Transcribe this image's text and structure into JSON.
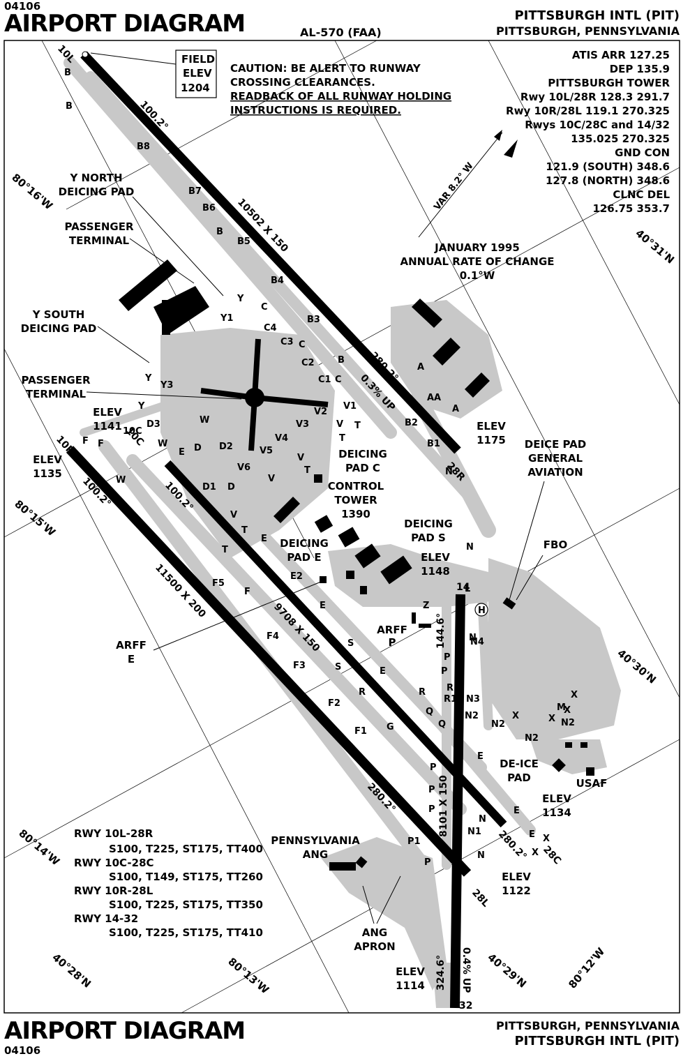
{
  "header": {
    "id_top": "04106",
    "title_top": "AIRPORT DIAGRAM",
    "al_number": "AL-570 (FAA)",
    "airport_top": "PITTSBURGH INTL (PIT)",
    "city_top": "PITTSBURGH, PENNSYLVANIA"
  },
  "footer": {
    "title_bottom": "AIRPORT DIAGRAM",
    "id_bottom": "04106",
    "city_bottom": "PITTSBURGH, PENNSYLVANIA",
    "airport_bottom": "PITTSBURGH INTL (PIT)"
  },
  "field_elev": {
    "line1": "FIELD",
    "line2": "ELEV",
    "value": "1204"
  },
  "caution": [
    "CAUTION: BE ALERT TO RUNWAY",
    "CROSSING CLEARANCES.",
    "READBACK OF ALL RUNWAY HOLDING",
    "INSTRUCTIONS IS REQUIRED."
  ],
  "frequencies": [
    "ATIS ARR 127.25",
    "DEP 135.9",
    "PITTSBURGH TOWER",
    "Rwy 10L/28R 128.3  291.7",
    "Rwy 10R/28L 119.1  270.325",
    "Rwys 10C/28C and 14/32",
    "135.025  270.325",
    "GND CON",
    "121.9 (SOUTH) 348.6",
    "127.8 (NORTH) 348.6",
    "CLNC DEL",
    "126.75  353.7"
  ],
  "variation": "VAR 8.2° W",
  "annual_change": [
    "JANUARY 1995",
    "ANNUAL RATE OF CHANGE",
    "0.1°W"
  ],
  "runways": [
    {
      "id": "10L-28R",
      "ends": [
        "10L",
        "28R"
      ],
      "dimensions": "10502 X 150",
      "headings": [
        "100.2°",
        "280.2°"
      ],
      "slope": "0.3% UP"
    },
    {
      "id": "10C-28C",
      "ends": [
        "10C",
        "28C"
      ],
      "dimensions": "9708 X 150",
      "headings": [
        "100.2°",
        "280.2°"
      ]
    },
    {
      "id": "10R-28L",
      "ends": [
        "10R",
        "28L"
      ],
      "dimensions": "11500 X 200",
      "headings": [
        "100.2°",
        "280.2°"
      ]
    },
    {
      "id": "14-32",
      "ends": [
        "14",
        "32"
      ],
      "dimensions": "8101 X 150",
      "headings": [
        "144.6°",
        "324.6°"
      ],
      "slope": "0.4% UP"
    }
  ],
  "strengths": [
    {
      "runway": "RWY 10L-28R",
      "values": "S100, T225, ST175, TT400"
    },
    {
      "runway": "RWY 10C-28C",
      "values": "S100, T149, ST175, TT260"
    },
    {
      "runway": "RWY 10R-28L",
      "values": "S100, T225, ST175, TT350"
    },
    {
      "runway": "RWY 14-32",
      "values": "S100, T225, ST175, TT410"
    }
  ],
  "elevations": {
    "e1141": [
      "ELEV",
      "1141"
    ],
    "e1135": [
      "ELEV",
      "1135"
    ],
    "e1175": [
      "ELEV",
      "1175"
    ],
    "e1148": [
      "ELEV",
      "1148"
    ],
    "e1134": [
      "ELEV",
      "1134"
    ],
    "e1122": [
      "ELEV",
      "1122"
    ],
    "e1114": [
      "ELEV",
      "1114"
    ]
  },
  "facilities": {
    "y_north": [
      "Y NORTH",
      "DEICING PAD"
    ],
    "pax_north": [
      "PASSENGER",
      "TERMINAL"
    ],
    "y_south": [
      "Y SOUTH",
      "DEICING PAD"
    ],
    "pax_south": [
      "PASSENGER",
      "TERMINAL"
    ],
    "deice_c": [
      "DEICING",
      "PAD C"
    ],
    "tower": [
      "CONTROL",
      "TOWER",
      "1390"
    ],
    "deice_s": [
      "DEICING",
      "PAD S"
    ],
    "deice_e": [
      "DEICING",
      "PAD E"
    ],
    "deice_ga": [
      "DEICE PAD",
      "GENERAL",
      "AVIATION"
    ],
    "fbo": "FBO",
    "arff_p": [
      "ARFF",
      "P"
    ],
    "arff_e": [
      "ARFF",
      "E"
    ],
    "deice_pad": [
      "DE-ICE",
      "PAD"
    ],
    "usaf": "USAF",
    "pa_ang": [
      "PENNSYLVANIA",
      "ANG"
    ],
    "ang_apron": [
      "ANG",
      "APRON"
    ],
    "heliport": "H"
  },
  "coords": {
    "lon_16": "80°16'W",
    "lon_15": "80°15'W",
    "lon_14": "80°14'W",
    "lon_13": "80°13'W",
    "lon_12": "80°12'W",
    "lat_31": "40°31'N",
    "lat_30": "40°30'N",
    "lat_29": "40°29'N",
    "lat_28": "40°28'N"
  },
  "taxiway_labels": [
    "B",
    "B",
    "B8",
    "B7",
    "B6",
    "B",
    "B5",
    "B4",
    "B3",
    "B2",
    "B1",
    "Y",
    "Y1",
    "C",
    "C4",
    "C3",
    "C",
    "C2",
    "C1",
    "C",
    "B",
    "A",
    "AA",
    "A",
    "N",
    "N",
    "N",
    "N",
    "N",
    "N1",
    "N2",
    "N2",
    "N2",
    "N2",
    "N3",
    "N4",
    "Y",
    "Y3",
    "Y",
    "D3",
    "W",
    "W",
    "E",
    "D",
    "D2",
    "D1",
    "D",
    "V6",
    "V5",
    "V4",
    "V3",
    "V2",
    "V1",
    "V",
    "V",
    "V",
    "V",
    "T",
    "T",
    "T",
    "T",
    "T",
    "E",
    "E2",
    "E",
    "S",
    "S",
    "E",
    "F",
    "F",
    "W",
    "F5",
    "F",
    "F4",
    "F3",
    "F2",
    "F1",
    "G",
    "R",
    "R",
    "R",
    "R1",
    "Q",
    "Q",
    "P",
    "P",
    "P",
    "P",
    "P1",
    "P",
    "P",
    "L",
    "Z",
    "X",
    "X",
    "X",
    "M",
    "X",
    "E",
    "E",
    "E",
    "X",
    "X",
    "10C"
  ]
}
